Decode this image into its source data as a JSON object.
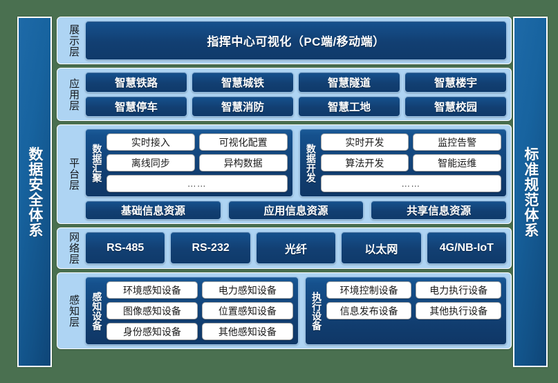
{
  "colors": {
    "background": "#4a7050",
    "panel": "#aed4f3",
    "chip_blue": "#13477e",
    "pillar_blue": "#17639f",
    "chip_white": "#ffffff",
    "text_dark": "#1a1a1a",
    "text_light": "#ffffff"
  },
  "left_pillar": {
    "label": "数据安全体系"
  },
  "right_pillar": {
    "label": "标准规范体系"
  },
  "layers": {
    "display": {
      "label": "展示层",
      "bar": "指挥中心可视化（PC端/移动端）"
    },
    "application": {
      "label": "应用层",
      "row1": [
        "智慧铁路",
        "智慧城铁",
        "智慧隧道",
        "智慧楼宇"
      ],
      "row2": [
        "智慧停车",
        "智慧消防",
        "智慧工地",
        "智慧校园"
      ]
    },
    "platform": {
      "label": "平台层",
      "groups": [
        {
          "label": "数据汇聚",
          "row1": [
            "实时接入",
            "可视化配置"
          ],
          "row2": [
            "离线同步",
            "异构数据"
          ],
          "row3": [
            "……"
          ]
        },
        {
          "label": "数据开发",
          "row1": [
            "实时开发",
            "监控告警"
          ],
          "row2": [
            "算法开发",
            "智能运维"
          ],
          "row3": [
            "……"
          ]
        }
      ],
      "resources": [
        "基础信息资源",
        "应用信息资源",
        "共享信息资源"
      ]
    },
    "network": {
      "label": "网络层",
      "items": [
        "RS-485",
        "RS-232",
        "光纤",
        "以太网",
        "4G/NB-IoT"
      ]
    },
    "sensing": {
      "label": "感知层",
      "groups": [
        {
          "label": "感知设备",
          "row1": [
            "环境感知设备",
            "电力感知设备"
          ],
          "row2": [
            "图像感知设备",
            "位置感知设备"
          ],
          "row3": [
            "身份感知设备",
            "其他感知设备"
          ]
        },
        {
          "label": "执行设备",
          "row1": [
            "环境控制设备",
            "电力执行设备"
          ],
          "row2": [
            "信息发布设备",
            "其他执行设备"
          ]
        }
      ]
    }
  }
}
